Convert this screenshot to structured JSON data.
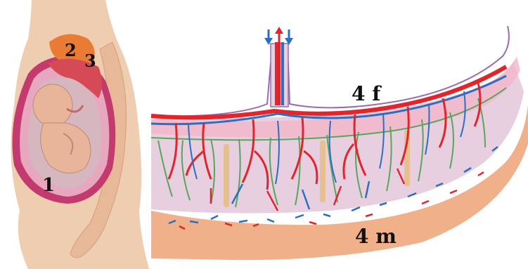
{
  "labels": {
    "uterus_wall": "1",
    "placenta_2": "2",
    "placenta_3": "3",
    "fetal_part": "4 f",
    "maternal_part": "4 m"
  },
  "colors": {
    "background": "#ffffff",
    "skin": "#efcdb0",
    "uterus": "#c23a6e",
    "placenta_orange": "#ea7b35",
    "decidua": "#efb08a",
    "chorion_fill": "#e7cfe0",
    "villus_outline": "#5aa55e",
    "artery": "#e2242c",
    "vein": "#2c6fc2",
    "membrane": "#9a6bb0"
  },
  "icons": [
    "fetus-illustration",
    "arrow-up-icon",
    "arrow-down-icon"
  ]
}
